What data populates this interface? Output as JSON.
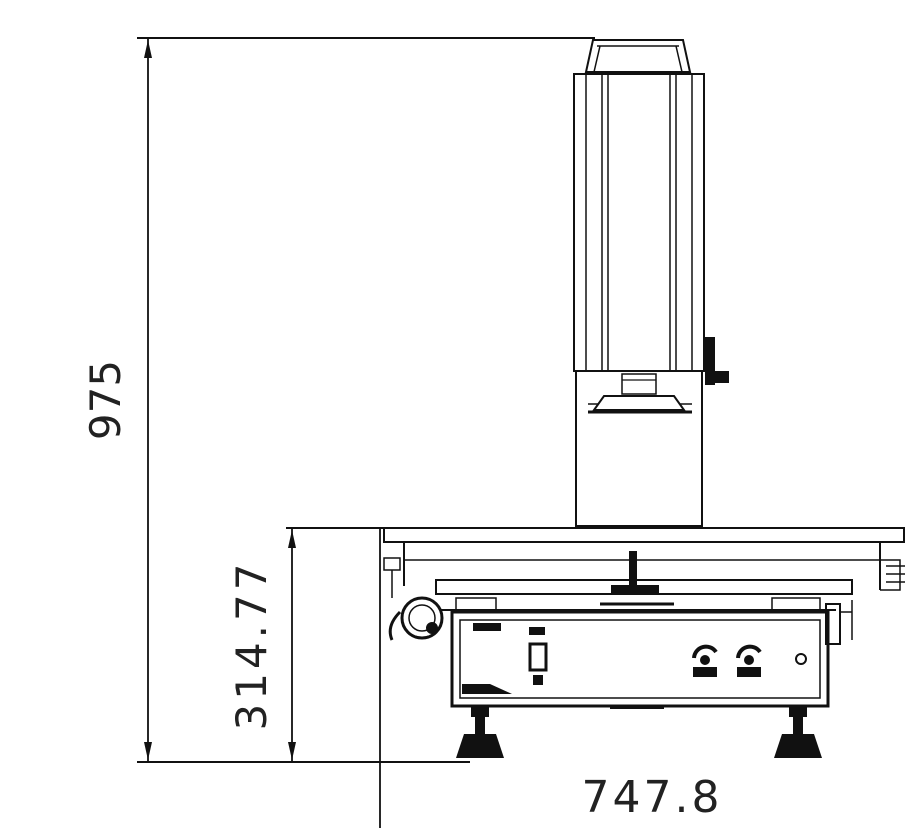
{
  "dimensions": {
    "overall_height": "975",
    "table_height": "314.77",
    "width": "747.8"
  },
  "colors": {
    "line": "#111111",
    "background": "#ffffff"
  }
}
